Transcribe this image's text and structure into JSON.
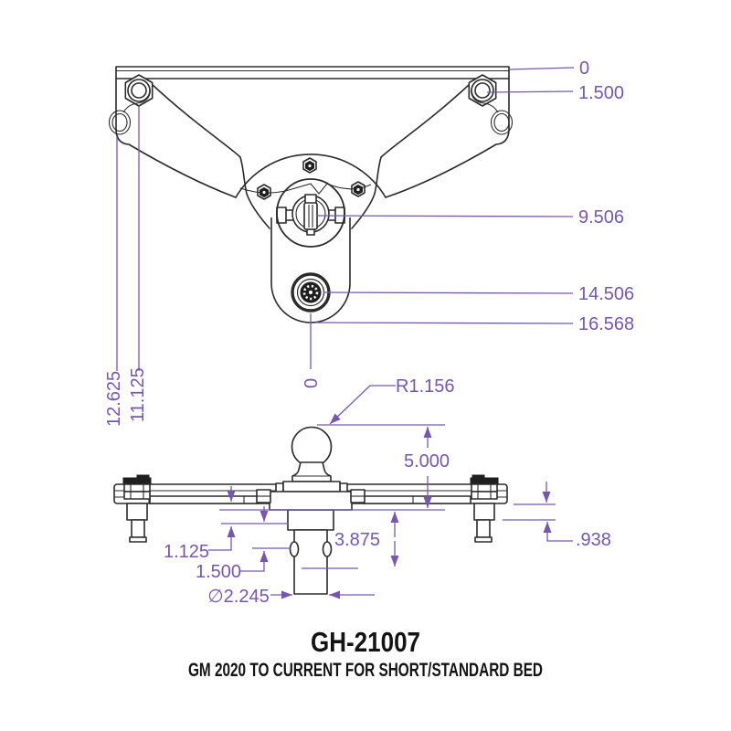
{
  "meta": {
    "background_color": "#ffffff",
    "line_color": "#2b2b2b",
    "dimension_color": "#7557b0"
  },
  "title": {
    "part_number": "GH-21007",
    "description": "GM 2020 TO CURRENT FOR SHORT/STANDARD BED"
  },
  "top_view": {
    "ordinates_right": {
      "datum_zero": "0",
      "pin_center": "1.500",
      "handle_center": "9.506",
      "ball_center": "14.506",
      "plate_bottom": "16.568"
    },
    "ordinates_left": {
      "plate_edge": "12.625",
      "pin_center": "11.125"
    },
    "center_origin": "0"
  },
  "front_view": {
    "ball_radius": "R1.156",
    "ball_height": "5.000",
    "shaft_drop": "3.875",
    "plate_offset": "1.125",
    "socket_depth": "1.500",
    "shaft_diameter": "∅2.245",
    "flange_gap": ".938"
  }
}
